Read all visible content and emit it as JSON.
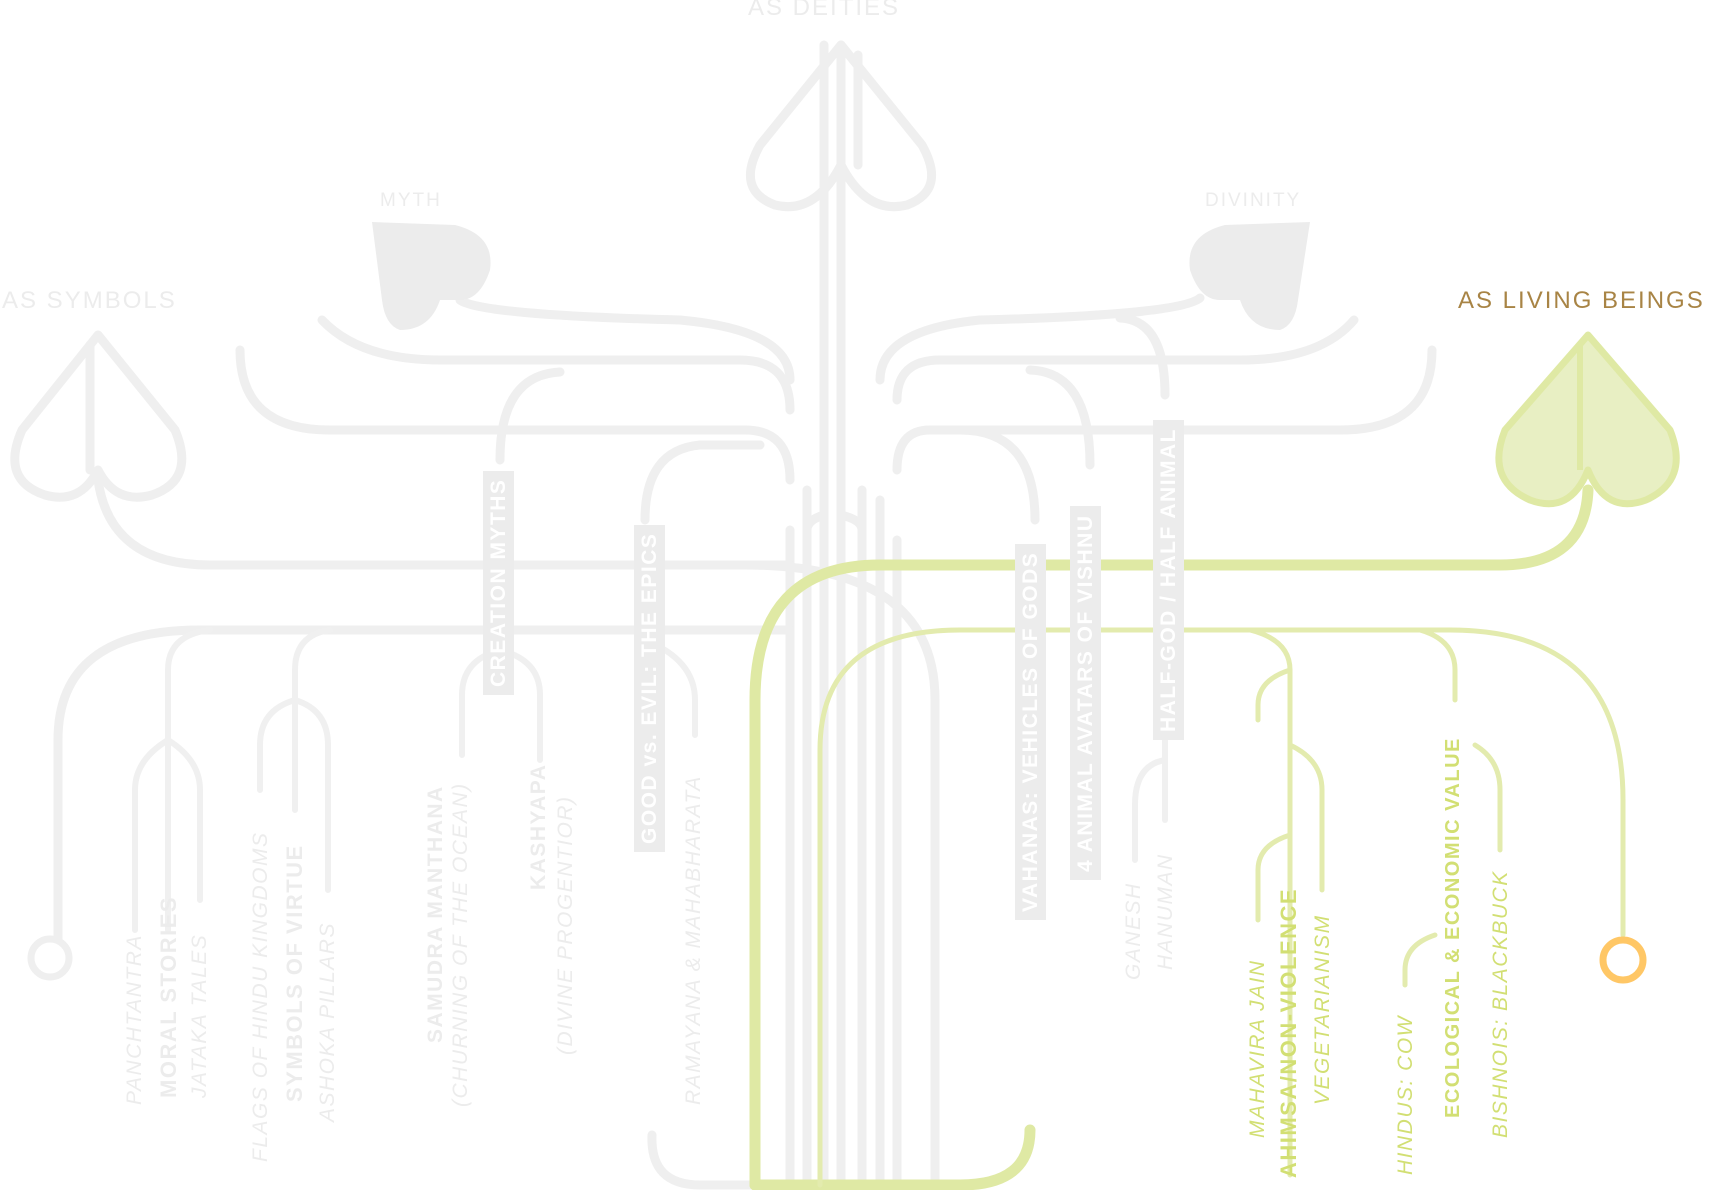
{
  "colors": {
    "inactive": "#efefef",
    "active_branch": "#dfe9a4",
    "active_text": "#d2df73",
    "active_heading": "#a88445",
    "root_marker": "#ffc766"
  },
  "branches": {
    "deities": "AS DEITIES",
    "myth": "MYTH",
    "divinity": "DIVINITY",
    "symbols": "AS SYMBOLS",
    "living": "AS LIVING BEINGS"
  },
  "topics": {
    "creation_myths": "CREATION MYTHS",
    "good_vs_evil": "GOOD vs. EVIL: THE EPICS",
    "vahanas": "VAHANAS: VEHICLES OF GODS",
    "avatars": "4 ANIMAL AVATARS OF VISHNU",
    "half_god": "HALF-GOD / HALF ANIMAL"
  },
  "leaves": {
    "panchtantra": "PANCHTANTRA",
    "moral_stories": "MORAL STORIES",
    "jataka_tales": "JATAKA TALES",
    "flags": "FLAGS OF HINDU KINGDOMS",
    "symbols_virtue": "SYMBOLS OF VIRTUE",
    "ashoka": "ASHOKA PILLARS",
    "samudra": "SAMUDRA MANTHANA",
    "samudra_sub": "(CHURNING OF THE OCEAN)",
    "kashyapa": "KASHYAPA",
    "kashyapa_sub": "(DIVINE PROGENTIOR)",
    "ramayana": "RAMAYANA & MAHABHARATA",
    "hanuman": "HANUMAN",
    "ganesh": "GANESH",
    "vegetarianism": "VEGETARIANISM",
    "ahimsa": "AHIMSA/NON-VIOLENCE",
    "mahavira": "MAHAVIRA JAIN",
    "ecological": "ECOLOGICAL & ECONOMIC VALUE",
    "bishnois": "BISHNOIS: BLACKBUCK",
    "hindus_cow": "HINDUS: COW"
  }
}
